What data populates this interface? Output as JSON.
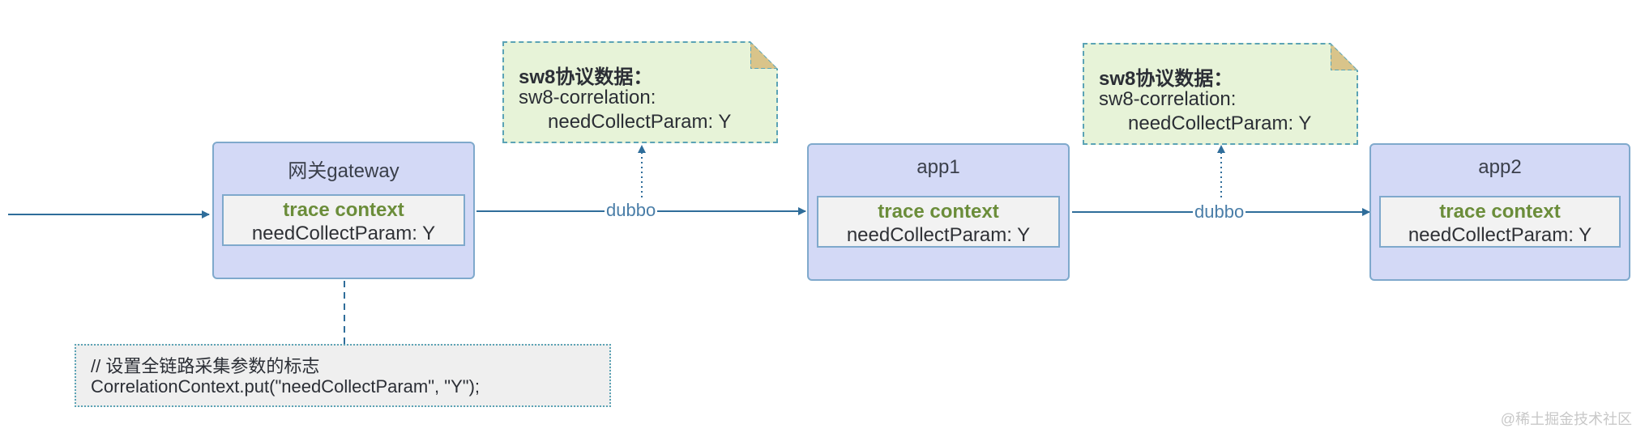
{
  "nodes": {
    "gateway": {
      "title": "网关gateway",
      "context_title": "trace context",
      "context_value": "needCollectParam: Y"
    },
    "app1": {
      "title": "app1",
      "context_title": "trace context",
      "context_value": "needCollectParam: Y"
    },
    "app2": {
      "title": "app2",
      "context_title": "trace context",
      "context_value": "needCollectParam: Y"
    }
  },
  "notes": [
    {
      "title": "sw8协议数据：",
      "line2": "sw8-correlation:",
      "line3": "needCollectParam: Y"
    },
    {
      "title": "sw8协议数据：",
      "line2": "sw8-correlation:",
      "line3": "needCollectParam: Y"
    }
  ],
  "edges": {
    "label_1": "dubbo",
    "label_2": "dubbo"
  },
  "code": {
    "comment": "// 设置全链路采集参数的标志",
    "statement": "CorrelationContext.put(\"needCollectParam\", \"Y\");"
  },
  "watermark": "@稀土掘金技术社区",
  "colors": {
    "node_fill": "#d3d9f6",
    "node_border": "#7fa9cc",
    "note_fill": "#e7f3d8",
    "note_border": "#5ba3b5",
    "arrow": "#2f6d9a",
    "context_title": "#6b8d3a"
  }
}
